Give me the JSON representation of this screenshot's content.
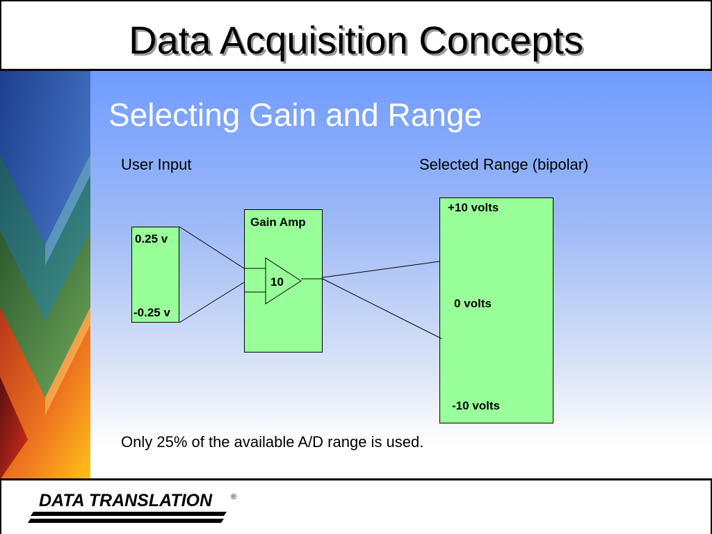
{
  "slide": {
    "title": "Data Acquisition Concepts",
    "subtitle": "Selecting Gain and Range",
    "user_input_label": "User Input",
    "selected_range_label": "Selected Range (bipolar)",
    "footnote": "Only 25% of the available A/D range is used."
  },
  "diagram": {
    "input_box": {
      "top_label": "0.25 v",
      "bottom_label": "-0.25 v"
    },
    "gain_amp": {
      "label": "Gain Amp",
      "gain": "10"
    },
    "range_box": {
      "top_label": "+10 volts",
      "mid_label": "0 volts",
      "bottom_label": "-10 volts"
    }
  },
  "footer": {
    "logo_text": "DATA TRANSLATION",
    "logo_mark": "®"
  },
  "colors": {
    "box_fill": "#99ff99",
    "background_top": "#6f9cff",
    "subtitle": "#ffffff"
  }
}
